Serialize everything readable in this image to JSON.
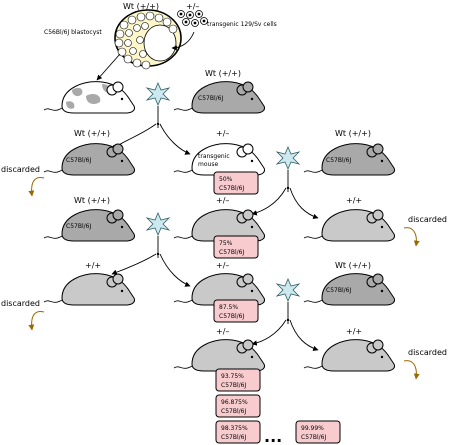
{
  "labels": {
    "top_wt": "Wt (+/+)",
    "top_het": "+/–",
    "blastocyst": "C56Bl/6J blastocyst",
    "transgenic_cells": "transgenic 129/Sv cells",
    "r1_wt": "Wt (+/+)",
    "r2_wt": "Wt (+/+)",
    "r2_het": "+/–",
    "r2_wt_right": "Wt (+/+)",
    "r3_wt": "Wt (+/+)",
    "r3_het": "+/–",
    "r3_pp": "+/+",
    "r4_pp": "+/+",
    "r4_het": "+/–",
    "r4_wt_right": "Wt (+/+)",
    "r5_het": "+/–",
    "r5_pp": "+/+",
    "discarded": "discarded",
    "mouse_strain": "C57Bl/6J",
    "transgenic_mouse_1": "transgenic",
    "transgenic_mouse_2": "mouse",
    "ellipsis": "..."
  },
  "percentages": {
    "p50": "50%",
    "p75": "75%",
    "p875": "87.5%",
    "p9375": "93.75%",
    "p96875": "96.875%",
    "p98375": "98.375%",
    "p9999": "99.99%",
    "strain": "C57Bl/6J"
  },
  "colors": {
    "pink_box": "#f8cccf",
    "cross_star": "#cde9f0",
    "mouse_dark": "#a9a9a9",
    "mouse_light": "#c9c9c9",
    "arrow_brown": "#9a6a00",
    "blastocyst": "#fdf6c8"
  }
}
